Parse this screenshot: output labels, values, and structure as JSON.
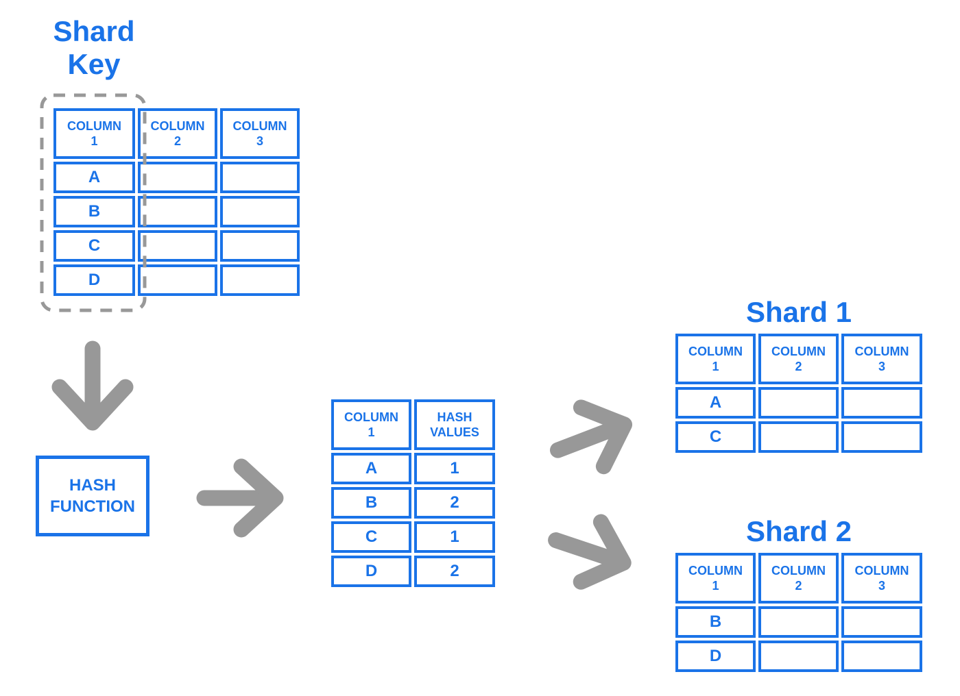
{
  "colors": {
    "blue": "#1a73e8",
    "gray": "#989898",
    "bg": "#ffffff"
  },
  "shard_key": {
    "title": "Shard\nKey"
  },
  "source_table": {
    "headers": [
      "COLUMN\n1",
      "COLUMN\n2",
      "COLUMN\n3"
    ],
    "rows": [
      [
        "A",
        "",
        ""
      ],
      [
        "B",
        "",
        ""
      ],
      [
        "C",
        "",
        ""
      ],
      [
        "D",
        "",
        ""
      ]
    ]
  },
  "hash_function": {
    "label": "HASH\nFUNCTION"
  },
  "hash_table": {
    "headers": [
      "COLUMN\n1",
      "HASH\nVALUES"
    ],
    "rows": [
      [
        "A",
        "1"
      ],
      [
        "B",
        "2"
      ],
      [
        "C",
        "1"
      ],
      [
        "D",
        "2"
      ]
    ]
  },
  "shard1": {
    "title": "Shard 1",
    "headers": [
      "COLUMN\n1",
      "COLUMN\n2",
      "COLUMN\n3"
    ],
    "rows": [
      [
        "A",
        "",
        ""
      ],
      [
        "C",
        "",
        ""
      ]
    ]
  },
  "shard2": {
    "title": "Shard 2",
    "headers": [
      "COLUMN\n1",
      "COLUMN\n2",
      "COLUMN\n3"
    ],
    "rows": [
      [
        "B",
        "",
        ""
      ],
      [
        "D",
        "",
        ""
      ]
    ]
  },
  "icons": {
    "down_arrow": "arrow-down",
    "right_arrow": "arrow-right",
    "up_right_arrow": "arrow-up-right",
    "down_right_arrow": "arrow-down-right",
    "shard_key_outline": "dashed-rounded-rectangle"
  }
}
